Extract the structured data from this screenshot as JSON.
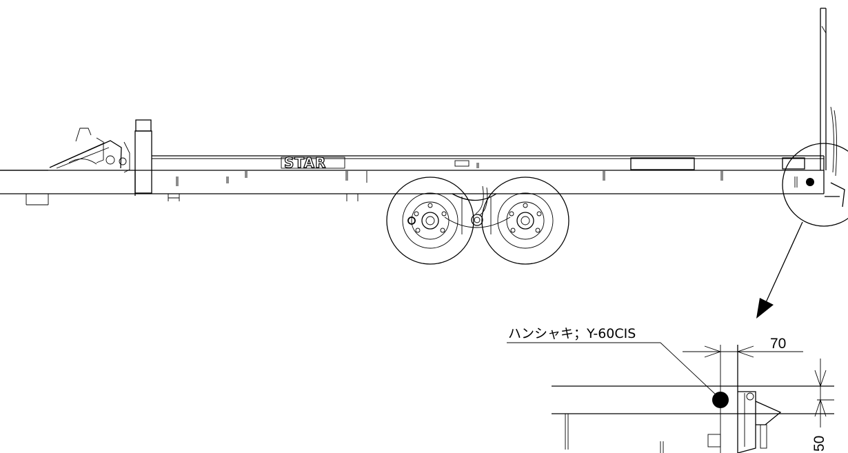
{
  "brand": {
    "logo_text": "STAR"
  },
  "callout": {
    "part_label": "ハンシャキ；Y-60CIS",
    "dim_horizontal": "70",
    "dim_vertical": "50"
  },
  "colors": {
    "line": "#000000",
    "background": "#ffffff",
    "reflector": "#000000"
  }
}
